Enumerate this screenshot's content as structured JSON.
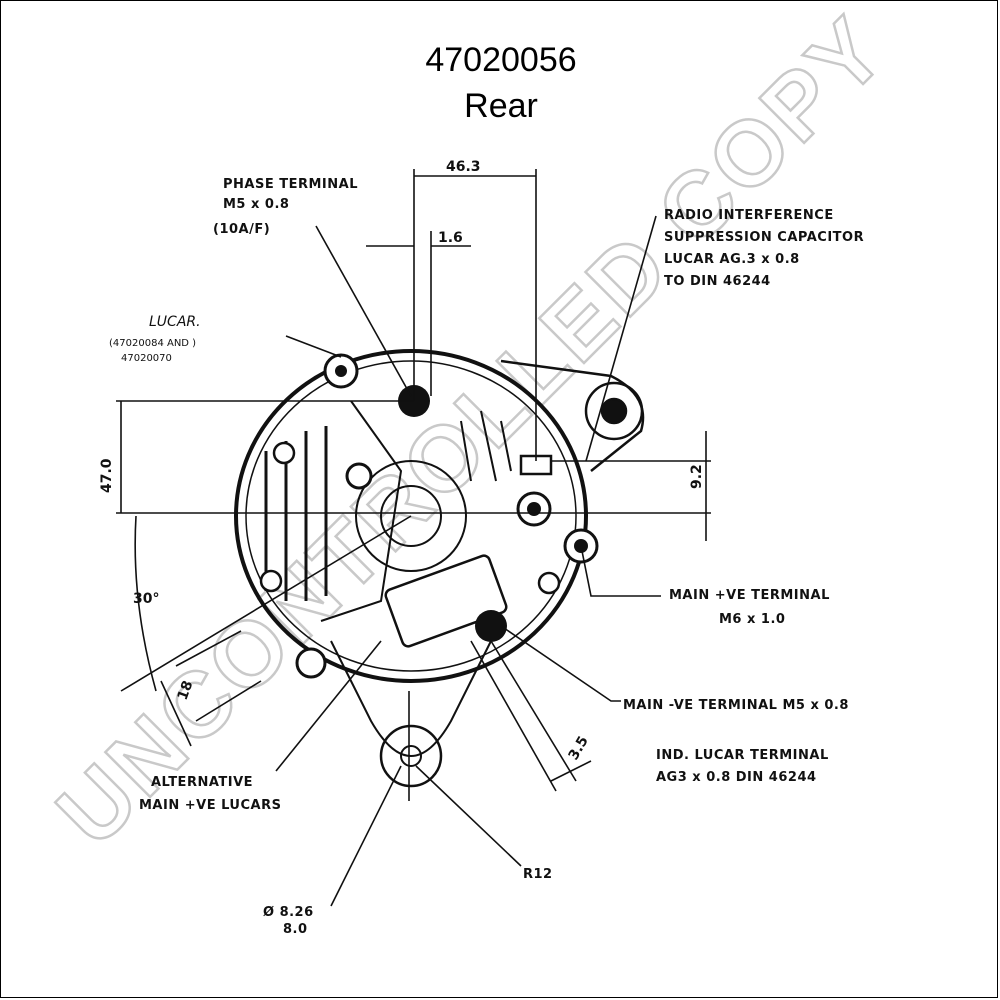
{
  "part_number": "47020056",
  "view_label": "Rear",
  "watermark": "UNCONTROLLED COPY",
  "labels": {
    "phase_terminal": [
      "PHASE TERMINAL",
      "M5 x 0.8",
      "(10A/F)"
    ],
    "lucar_note": [
      "LUCAR.",
      "(47020084 AND )",
      "47020070"
    ],
    "radio_capacitor": [
      "RADIO INTERFERENCE",
      "SUPPRESSION CAPACITOR",
      "LUCAR AG.3 x 0.8",
      "TO DIN 46244"
    ],
    "main_pos_terminal": [
      "MAIN +VE TERMINAL",
      "M6 x 1.0"
    ],
    "main_neg_terminal": "MAIN -VE TERMINAL M5 x 0.8",
    "ind_lucar_terminal": [
      "IND. LUCAR TERMINAL",
      "AG3 x 0.8 DIN 46244"
    ],
    "alternative_lucars": [
      "ALTERNATIVE",
      "MAIN +VE LUCARS"
    ],
    "radius": "R12",
    "diameter": [
      "Ø 8.26",
      "8.0"
    ]
  },
  "dimensions": {
    "top_width": "46.3",
    "offset": "1.6",
    "height": "47.0",
    "right_small": "9.2",
    "angle": "30°",
    "left_small": "18",
    "lower_small": "3.5"
  },
  "colors": {
    "ink": "#111111",
    "watermark": "#c9c9c9"
  }
}
